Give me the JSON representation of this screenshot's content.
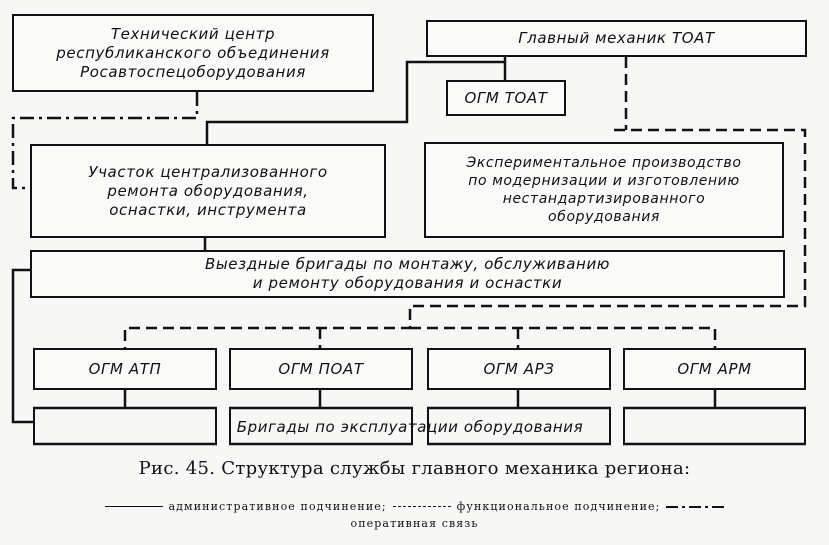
{
  "boxes": {
    "tech_center": [
      "Технический центр",
      "республиканского объединения",
      "Росавтоспецоборудования"
    ],
    "chief_mechanic": "Главный механик ТОАТ",
    "ogm_toat": "ОГМ ТОАТ",
    "repair_section": [
      "Участок централизованного",
      "ремонта оборудования,",
      "оснастки, инструмента"
    ],
    "experimental": [
      "Экспериментальное производство",
      "по модернизации и изготовлению",
      "нестандартизированного",
      "оборудования"
    ],
    "field_teams": [
      "Выездные бригады по монтажу, обслуживанию",
      "и ремонту оборудования и оснастки"
    ],
    "ogm_atp": "ОГМ АТП",
    "ogm_poat": "ОГМ ПОАТ",
    "ogm_arz": "ОГМ АРЗ",
    "ogm_arm": "ОГМ АРМ",
    "operation_teams": "Бригады по эксплуатации оборудования"
  },
  "caption": {
    "title": "Рис. 45. Структура службы главного механика региона:",
    "legend_administrative": "административное подчинение;",
    "legend_functional": "функциональное подчинение;",
    "legend_operational": "оперативная связь"
  },
  "colors": {
    "ink": "#111111",
    "paper": "#f7f7f5"
  }
}
